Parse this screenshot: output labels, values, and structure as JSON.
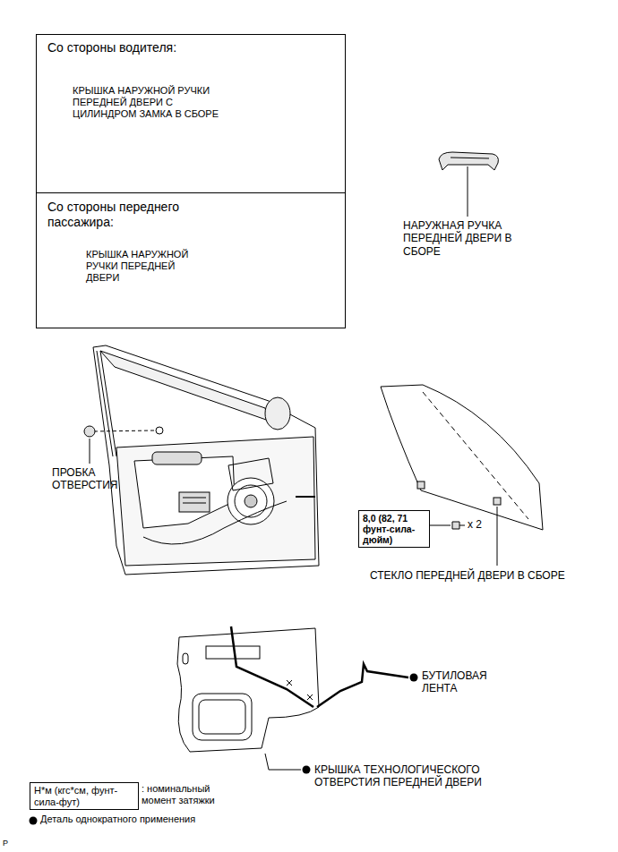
{
  "diagram": {
    "nodes": [
      {
        "text": [
          "Со стороны водителя:",
          "КРЫШКА НАРУЖНОЙ РУЧКИ ПЕРЕДНЕЙ ДВЕРИ С ЦИЛИНДРОМ ЗАМКА В СБОРЕ"
        ]
      },
      {
        "text": [
          "Со стороны переднего пассажира:",
          "КРЫШКА НАРУЖНОЙ РУЧКИ ПЕРЕДНЕЙ ДВЕРИ"
        ]
      },
      {
        "text": [
          "8,0 (82, 71 фунт-сила-дюйм)"
        ]
      },
      {
        "text": [
          "Н*м (кгс*см, фунт-сила-фут)"
        ]
      }
    ],
    "labels": [
      "НАРУЖНАЯ РУЧКА ПЕРЕДНЕЙ ДВЕРИ В СБОРЕ",
      "ПРОБКА ОТВЕРСТИЯ",
      "x 2",
      "СТЕКЛО ПЕРЕДНЕЙ ДВЕРИ В СБОРЕ",
      "БУТИЛОВАЯ ЛЕНТА",
      "КРЫШКА ТЕХНОЛОГИЧЕСКОГО ОТВЕРСТИЯ ПЕРЕДНЕЙ ДВЕРИ",
      ": номинальный момент затяжки",
      "P"
    ],
    "legend": [
      {
        "text": "Деталь однократного применения"
      }
    ]
  }
}
